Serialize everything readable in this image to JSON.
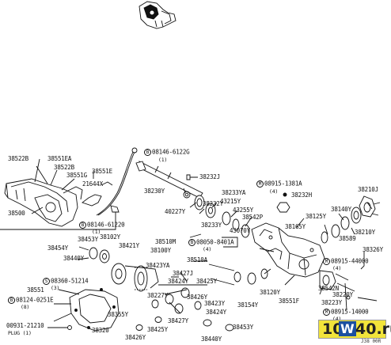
{
  "labels": {
    "l38522B_a": "38522B",
    "l38551EA": "38551EA",
    "l38522B_b": "38522B",
    "l38551G": "38551G",
    "l38551E": "38551E",
    "l21644X": "21644X",
    "l38500": "38500",
    "l08146_61220": "08146-61220",
    "l08146_61220_q": "(1)",
    "l08146_6122G": "08146-6122G",
    "l08146_6122G_q": "(1)",
    "l38232J": "38232J",
    "l38230Y": "38230Y",
    "l38233YA": "38233YA",
    "l08915_1381A": "08915-1381A",
    "l08915_1381A_q": "(4)",
    "l38232H": "38232H",
    "l38210J": "38210J",
    "l43215Y": "43215Y",
    "l38232Y": "38232Y",
    "l43255Y": "43255Y",
    "l38542P": "38542P",
    "l40227Y": "40227Y",
    "l38233Y": "38233Y",
    "l43070Y": "43070Y",
    "l38125Y": "38125Y",
    "l38140Y": "38140Y",
    "l38165Y": "38165Y",
    "l38210Y": "38210Y",
    "l38589": "38589",
    "l38102Y": "38102Y",
    "l38453Y_a": "38453Y",
    "l38421Y": "38421Y",
    "l38454Y": "38454Y",
    "l38510M": "38510M",
    "l08050_8401A": "08050-8401A",
    "l08050_8401A_q": "(4)",
    "l38100Y": "38100Y",
    "l38440Y_a": "38440Y",
    "l38510A": "38510A",
    "l38326Y": "38326Y",
    "l08915_44000": "08915-44000",
    "l08915_44000_q": "(4)",
    "l38423YA": "38423YA",
    "l08360_51214": "08360-51214",
    "l08360_51214_q": "(3)",
    "l38427J": "38427J",
    "l38542N": "38542N",
    "l38551": "38551",
    "l38424Y_a": "38424Y",
    "l38425Y_a": "38425Y",
    "l38220Y": "38220Y",
    "l08124_0251E": "08124-0251E",
    "l08124_0251E_q": "(8)",
    "l38227Y": "38227Y",
    "l38426Y_a": "38426Y",
    "l38120Y": "38120Y",
    "l38423Y": "38423Y",
    "l38154Y": "38154Y",
    "l38551F": "38551F",
    "l38223Y": "38223Y",
    "l08915_14000": "08915-14000",
    "l08915_14000_q": "(4)",
    "l38355Y": "38355Y",
    "l38424Y_b": "38424Y",
    "l38427Y": "38427Y",
    "l00931_21210": "00931-21210",
    "l00931_21210_q": "PLUG (1)",
    "l38320": "38320",
    "l38425Y_b": "38425Y",
    "l38453Y_b": "38453Y",
    "l38426Y_b": "38426Y",
    "l38440Y_b": "38440Y"
  },
  "circle_b": "B",
  "circle_m": "M",
  "logo": {
    "part1": "10",
    "part2": "W",
    "part3": "40.ru"
  },
  "fig_code": "J38 00R",
  "colors": {
    "line": "#111111",
    "logo_bg": "#f2e43a",
    "logo_w_bg": "#1b4fa0"
  }
}
